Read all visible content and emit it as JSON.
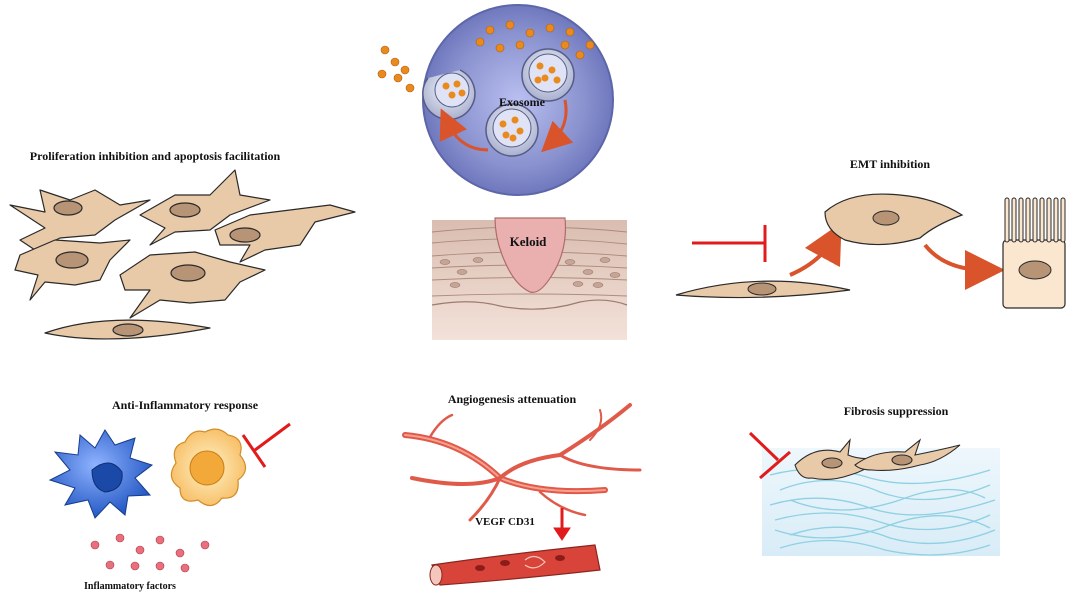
{
  "labels": {
    "proliferation": "Proliferation inhibition and apoptosis facilitation",
    "exosome": "Exosome",
    "keloid": "Keloid",
    "emt": "EMT inhibition",
    "anti_inflammatory": "Anti-Inflammatory response",
    "inflammatory_factors": "Inflammatory factors",
    "angiogenesis": "Angiogenesis attenuation",
    "vegf_cd31": "VEGF CD31",
    "fibrosis": "Fibrosis suppression"
  },
  "colors": {
    "fibroblast_fill": "#e8c9a8",
    "fibroblast_nucleus": "#b89477",
    "exosome_cell": "#8a92cf",
    "exosome_cargo": "#e98a1f",
    "arrow_orange": "#d9532b",
    "inhibit_red": "#e11b1b",
    "keloid_pink": "#eab0b0",
    "macrophage_blue": "#3b6fd0",
    "macrophage_yellow": "#f7c46b",
    "vessel_red": "#e05a4a",
    "fiber_blue": "#8fd0e3",
    "ecm_bg": "#dceef8"
  }
}
